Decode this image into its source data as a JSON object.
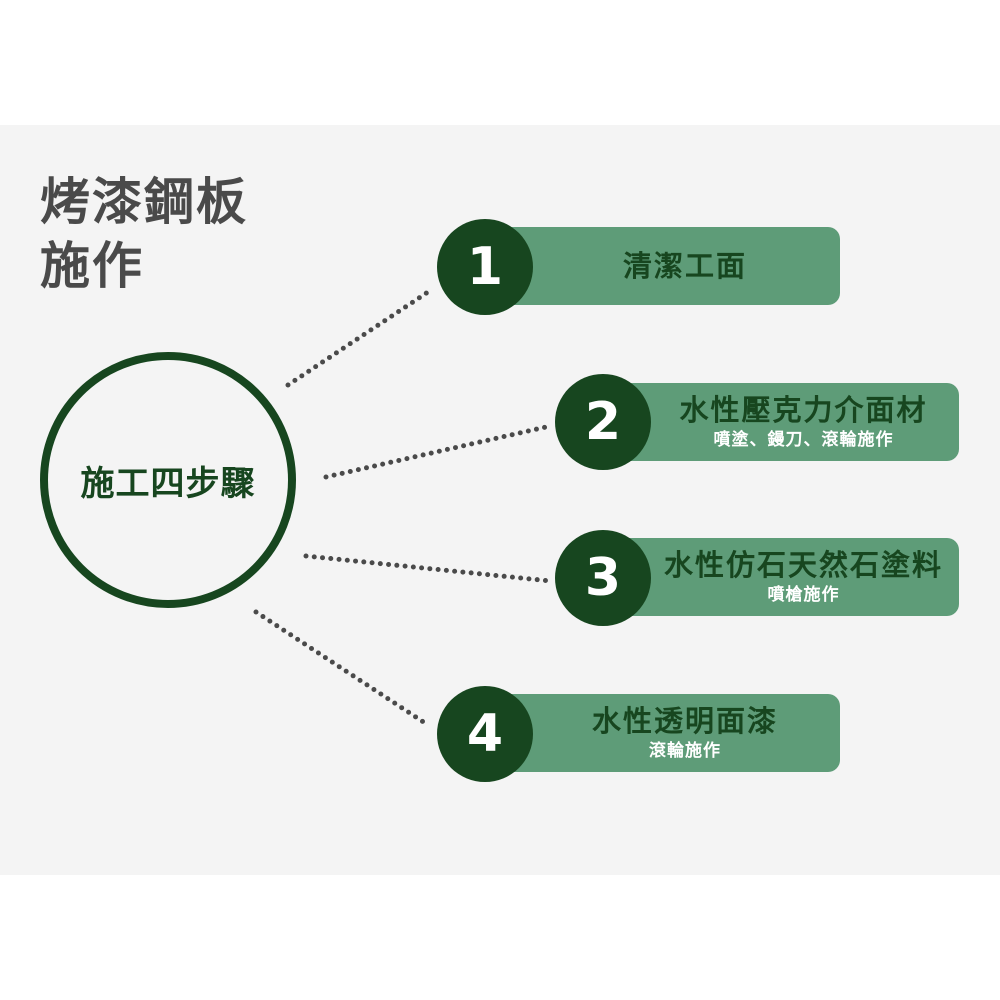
{
  "title": {
    "line1": "烤漆鋼板",
    "line2": "施作"
  },
  "hub": {
    "label": "施工四步驟"
  },
  "colors": {
    "dark_green": "#17461f",
    "bar_green": "#5e9c78",
    "panel_bg": "#f4f4f4",
    "title_gray": "#4a4a4a",
    "dots": "#4a4a4a"
  },
  "steps": [
    {
      "number": "1",
      "title": "清潔工面",
      "subtitle": ""
    },
    {
      "number": "2",
      "title": "水性壓克力介面材",
      "subtitle": "噴塗、鏝刀、滾輪施作"
    },
    {
      "number": "3",
      "title": "水性仿石天然石塗料",
      "subtitle": "噴槍施作"
    },
    {
      "number": "4",
      "title": "水性透明面漆",
      "subtitle": "滾輪施作"
    }
  ]
}
